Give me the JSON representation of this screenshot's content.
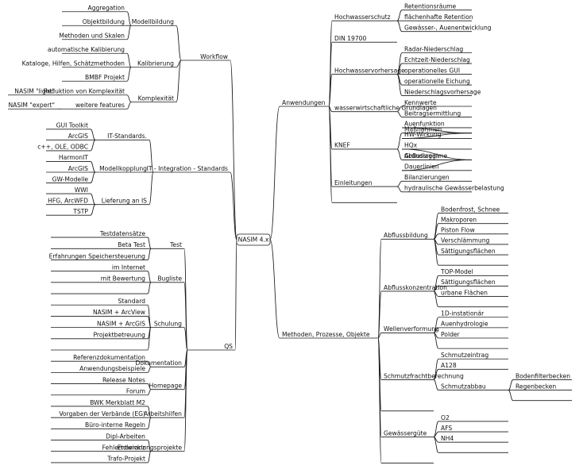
{
  "root": "NASIM 4.x",
  "left": [
    {
      "label": "Workflow",
      "children": [
        {
          "label": "Modellbildung",
          "children": [
            {
              "label": "Aggregation"
            },
            {
              "label": "Objektbildung"
            },
            {
              "label": "Methoden und Skalen"
            }
          ]
        },
        {
          "label": "Kalibrierung",
          "children": [
            {
              "label": "automatische Kalibierung"
            },
            {
              "label": "Kataloge, Hilfen, Schätzmethoden"
            },
            {
              "label": "BMBF Projekt"
            }
          ]
        },
        {
          "label": "Komplexität",
          "children": [
            {
              "label": "Reduktion von Komplexität",
              "children": [
                {
                  "label": "NASIM \"light\""
                }
              ]
            },
            {
              "label": "weitere features",
              "children": [
                {
                  "label": "NASIM \"expert\""
                }
              ]
            }
          ]
        }
      ]
    },
    {
      "label": "IT - Integration - Standards",
      "children": [
        {
          "label": "IT-Standards.",
          "children": [
            {
              "label": "GUI Toolkit"
            },
            {
              "label": "ArcGIS"
            },
            {
              "label": "c++, OLE, ODBC"
            }
          ]
        },
        {
          "label": "Modellkopplung",
          "children": [
            {
              "label": "HarmonIT"
            },
            {
              "label": "ArcGIS"
            },
            {
              "label": "GW-Modelle"
            }
          ]
        },
        {
          "label": "Lieferung an IS",
          "children": [
            {
              "label": "WWI"
            },
            {
              "label": "HFG, ArcWFD"
            },
            {
              "label": "TSTP"
            }
          ]
        }
      ]
    },
    {
      "label": "QS",
      "children": [
        {
          "label": "Test",
          "children": [
            {
              "label": "Testdatensätze"
            },
            {
              "label": "Beta Test"
            },
            {
              "label": "Erfahrungen Speichersteuerung"
            }
          ]
        },
        {
          "label": "Bugliste",
          "children": [
            {
              "label": "im Internet"
            },
            {
              "label": "mit Bewertung"
            },
            {
              "label": ""
            }
          ]
        },
        {
          "label": "Schulung",
          "children": [
            {
              "label": "Standard"
            },
            {
              "label": "NASIM + ArcView"
            },
            {
              "label": "NASIM + ArcGIS"
            },
            {
              "label": "Projektbetreuung"
            },
            {
              "label": ""
            }
          ]
        },
        {
          "label": "Dokumentation",
          "children": [
            {
              "label": "Referenzdokumentation"
            },
            {
              "label": "Anwendungsbeispiele"
            }
          ]
        },
        {
          "label": "Homepage",
          "children": [
            {
              "label": "Release Notes"
            },
            {
              "label": "Forum"
            }
          ]
        },
        {
          "label": "Arbeitshilfen",
          "children": [
            {
              "label": "BWK Merkblatt M2"
            },
            {
              "label": "Vorgaben der Verbände (EG)"
            },
            {
              "label": "Büro-interne Regeln"
            }
          ]
        },
        {
          "label": "Entwicklungsprojekte",
          "children": [
            {
              "label": "Dipl-Arbeiten"
            },
            {
              "label": "Fehlertoleranz"
            },
            {
              "label": "Trafo-Projekt"
            }
          ]
        }
      ]
    }
  ],
  "right": [
    {
      "label": "Anwendungen",
      "children": [
        {
          "label": "Hochwasserschutz",
          "children": [
            {
              "label": "Retentionsräume"
            },
            {
              "label": "flächenhafte Retention"
            },
            {
              "label": "Gewässer-, Auenentwicklung"
            }
          ]
        },
        {
          "label": "DIN 19700"
        },
        {
          "label": "Hochwasservorhersage",
          "children": [
            {
              "label": "Radar-Niederschlag"
            },
            {
              "label": "Echtzeit-Niederschlag"
            },
            {
              "label": "operationelles GUI"
            },
            {
              "label": "operationelle Eichung"
            },
            {
              "label": "Niederschlagsvorhersage"
            }
          ]
        },
        {
          "label": "wasserwirtschaftliche Grundlagen",
          "children": [
            {
              "label": "Kennwerte"
            },
            {
              "label": "Beitragsermittlung"
            }
          ]
        },
        {
          "label": "KNEF",
          "children": [
            {
              "label": "Maßnahmen",
              "children": [
                {
                  "label": "Auenfunktion"
                },
                {
                  "label": "HW-Wirkung"
                }
              ]
            },
            {
              "label": "Grundlagen",
              "children": [
                {
                  "label": "HQx"
                },
                {
                  "label": "Abflussregime"
                },
                {
                  "label": "Dauerlinien"
                }
              ]
            }
          ]
        },
        {
          "label": "Einleitungen",
          "children": [
            {
              "label": "Bilanzierungen"
            },
            {
              "label": "hydraulische Gewässerbelastung"
            }
          ]
        },
        {
          "label": ""
        }
      ]
    },
    {
      "label": "Methoden, Prozesse, Objekte",
      "children": [
        {
          "label": "Abflussbildung",
          "children": [
            {
              "label": "Bodenfrost, Schnee"
            },
            {
              "label": "Makroporen"
            },
            {
              "label": "Piston Flow"
            },
            {
              "label": "Verschlämmung"
            },
            {
              "label": "Sättigungsflächen"
            },
            {
              "label": ""
            }
          ]
        },
        {
          "label": "Abflusskonzentration",
          "children": [
            {
              "label": "TOP-Model"
            },
            {
              "label": "Sättigungsflächen"
            },
            {
              "label": "urbane Flächen"
            },
            {
              "label": ""
            }
          ]
        },
        {
          "label": "Wellenverformung",
          "children": [
            {
              "label": "1D-instationär"
            },
            {
              "label": "Auenhydrologie"
            },
            {
              "label": "Polder"
            },
            {
              "label": ""
            }
          ]
        },
        {
          "label": "Schmutzfrachtberechnung",
          "children": [
            {
              "label": "Schmutzeintrag"
            },
            {
              "label": "A128"
            },
            {
              "label": "Schmutzabbau",
              "children": [
                {
                  "label": "Bodenfilterbecken"
                },
                {
                  "label": "Regenbecken"
                },
                {
                  "label": ""
                }
              ]
            }
          ]
        },
        {
          "label": ""
        },
        {
          "label": "Gewässergüte",
          "children": [
            {
              "label": "O2"
            },
            {
              "label": "AFS"
            },
            {
              "label": "NH4"
            },
            {
              "label": ""
            }
          ]
        },
        {
          "label": ""
        }
      ]
    }
  ]
}
